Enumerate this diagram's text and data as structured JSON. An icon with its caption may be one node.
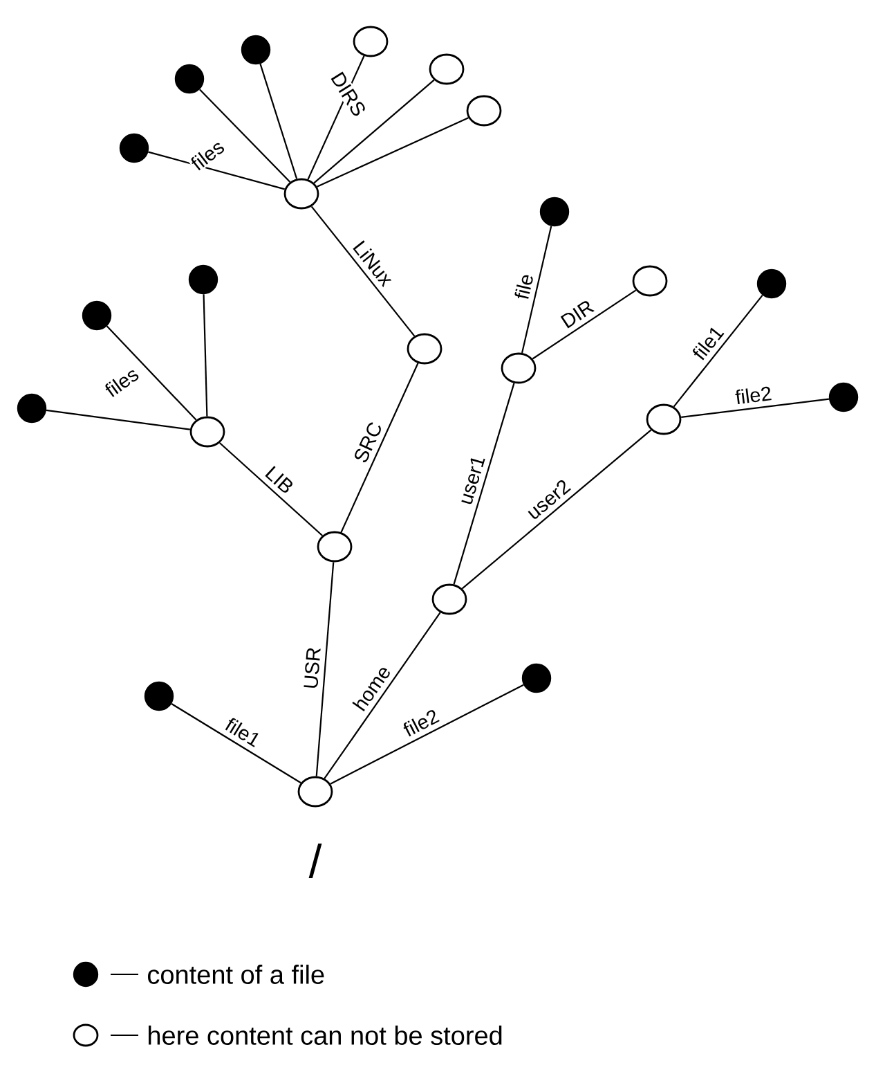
{
  "diagram": {
    "nodes": [
      {
        "text": [],
        "shape": "circle",
        "beside": [
          "/"
        ]
      },
      {
        "text": [],
        "shape": "dot"
      },
      {
        "text": [],
        "shape": "circle"
      },
      {
        "text": [],
        "shape": "circle"
      },
      {
        "text": [],
        "shape": "dot"
      },
      {
        "text": [],
        "shape": "circle"
      },
      {
        "text": [],
        "shape": "circle"
      },
      {
        "text": [],
        "shape": "dot"
      },
      {
        "text": [],
        "shape": "dot"
      },
      {
        "text": [],
        "shape": "dot"
      },
      {
        "text": [],
        "shape": "circle"
      },
      {
        "text": [],
        "shape": "dot"
      },
      {
        "text": [],
        "shape": "dot"
      },
      {
        "text": [],
        "shape": "dot"
      },
      {
        "text": [],
        "shape": "circle"
      },
      {
        "text": [],
        "shape": "circle"
      },
      {
        "text": [],
        "shape": "circle"
      },
      {
        "text": [],
        "shape": "circle"
      },
      {
        "text": [],
        "shape": "dot"
      },
      {
        "text": [],
        "shape": "circle"
      },
      {
        "text": [],
        "shape": "circle"
      },
      {
        "text": [],
        "shape": "dot"
      },
      {
        "text": [],
        "shape": "dot"
      }
    ],
    "edges": [
      {
        "from": 0,
        "to": 1,
        "arrow": "none",
        "label": "file1"
      },
      {
        "from": 0,
        "to": 2,
        "arrow": "none",
        "label": "USR"
      },
      {
        "from": 0,
        "to": 3,
        "arrow": "none",
        "label": "home"
      },
      {
        "from": 0,
        "to": 4,
        "arrow": "none",
        "label": "file2"
      },
      {
        "from": 2,
        "to": 5,
        "arrow": "none",
        "label": "LIB"
      },
      {
        "from": 2,
        "to": 6,
        "arrow": "none",
        "label": "SRC"
      },
      {
        "from": 5,
        "to": 7,
        "arrow": "none"
      },
      {
        "from": 5,
        "to": 8,
        "arrow": "none"
      },
      {
        "from": 5,
        "to": 9,
        "arrow": "none"
      },
      {
        "from": 6,
        "to": 10,
        "arrow": "none",
        "label": "LiNux"
      },
      {
        "from": 10,
        "to": 11,
        "arrow": "none"
      },
      {
        "from": 10,
        "to": 12,
        "arrow": "none"
      },
      {
        "from": 10,
        "to": 13,
        "arrow": "none"
      },
      {
        "from": 10,
        "to": 14,
        "arrow": "none"
      },
      {
        "from": 10,
        "to": 15,
        "arrow": "none"
      },
      {
        "from": 10,
        "to": 16,
        "arrow": "none"
      },
      {
        "from": 3,
        "to": 17,
        "arrow": "none",
        "label": "user1"
      },
      {
        "from": 3,
        "to": 20,
        "arrow": "none",
        "label": "user2"
      },
      {
        "from": 17,
        "to": 18,
        "arrow": "none",
        "label": "file"
      },
      {
        "from": 17,
        "to": 19,
        "arrow": "none",
        "label": "DIR"
      },
      {
        "from": 20,
        "to": 21,
        "arrow": "none",
        "label": "file1"
      },
      {
        "from": 20,
        "to": 22,
        "arrow": "none",
        "label": "file2"
      }
    ],
    "labels": [
      "DIRS",
      "files",
      "files"
    ],
    "legend": [
      {
        "text": "content of a file"
      },
      {
        "text": "here content can not be stored"
      }
    ]
  }
}
